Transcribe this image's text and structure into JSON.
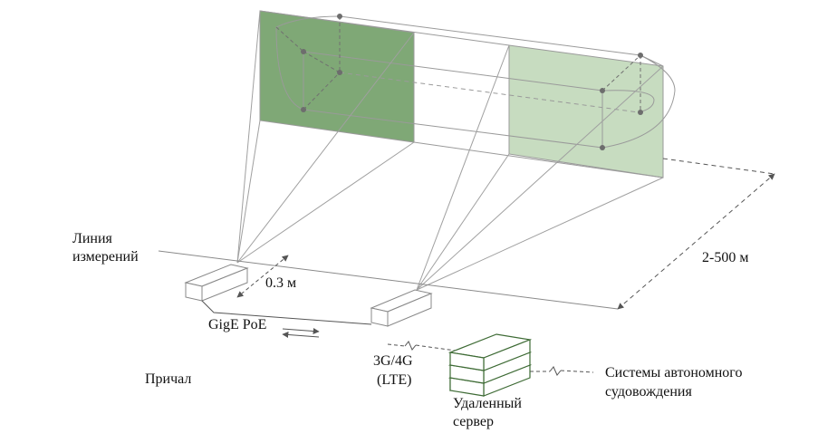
{
  "labels": {
    "measurement_line_1": "Линия",
    "measurement_line_2": "измерений",
    "offset": "0.3 м",
    "range": "2-500 м",
    "link": "GigE PoE",
    "berth": "Причал",
    "cellular_1": "3G/4G",
    "cellular_2": "(LTE)",
    "server_1": "Удаленный",
    "server_2": "сервер",
    "systems_1": "Системы автономного",
    "systems_2": "судовождения"
  },
  "colors": {
    "panel_near": "#7fa876",
    "panel_far": "#c7dcc0",
    "server_stroke": "#3e6b35",
    "line": "#9a9a9a",
    "dash": "#707070",
    "node": "#6d6d6d"
  }
}
